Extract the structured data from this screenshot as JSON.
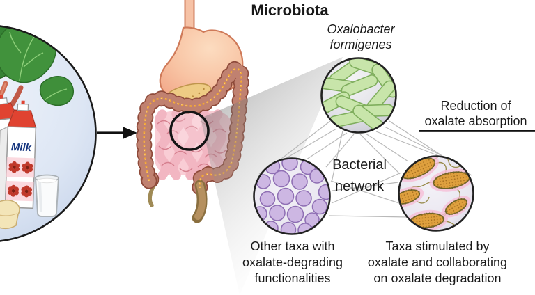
{
  "figure": {
    "title": "Microbiota",
    "food_circle": {
      "milk_label": "Milk"
    },
    "labels": {
      "oxalobacter": [
        "Oxalobacter",
        "formigenes"
      ],
      "bacterial_network": [
        "Bacterial",
        "network"
      ],
      "other_taxa": [
        "Other taxa with",
        "oxalate-degrading",
        "functionalities"
      ],
      "stimulated_taxa": [
        "Taxa stimulated by",
        "oxalate and collaborating",
        "on oxalate degradation"
      ],
      "outcome": [
        "Reduction of",
        "oxalate absorption"
      ]
    },
    "colors": {
      "oxalobacter_fill": "#c8e5aa",
      "oxalobacter_stroke": "#7fae5d",
      "other_taxa_fill": "#cdb7e3",
      "other_taxa_stroke": "#8f6fb4",
      "stimulated_fill": "#dfa03e",
      "stimulated_stroke": "#6f6426",
      "stimulated_halo": "#f7bed8",
      "network_line": "#b9b9b9",
      "arrow_black": "#111111",
      "flower_red": "#c0392b",
      "milk_text_blue": "#16367f",
      "roof_red": "#e04331"
    }
  }
}
